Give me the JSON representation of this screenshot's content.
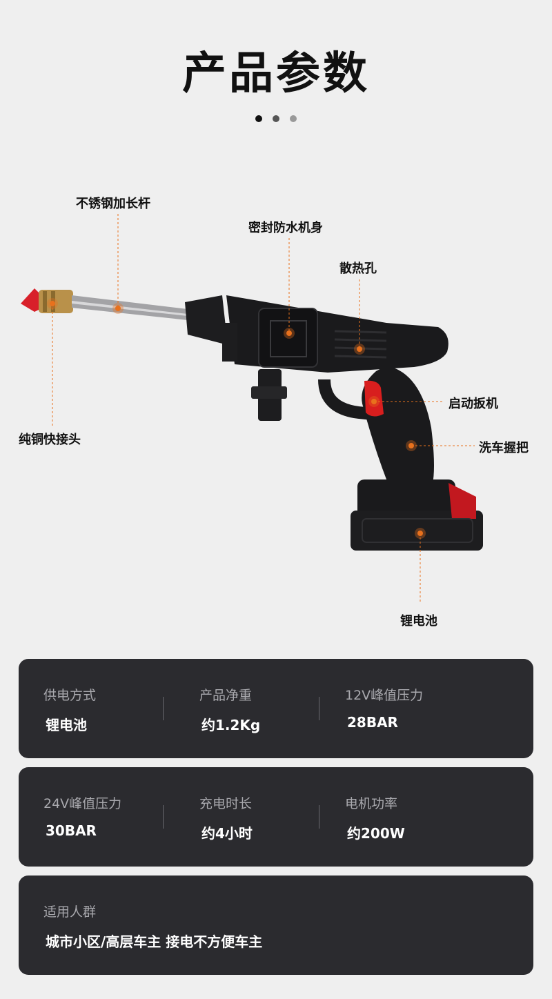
{
  "header": {
    "title": "产品参数"
  },
  "callouts": {
    "rod": "不锈钢加长杆",
    "body": "密封防水机身",
    "vents": "散热孔",
    "trigger": "启动扳机",
    "grip": "洗车握把",
    "connector": "纯铜快接头",
    "battery": "锂电池"
  },
  "specs": {
    "row1": [
      {
        "label": "供电方式",
        "value": "锂电池"
      },
      {
        "label": "产品净重",
        "value": "约1.2Kg"
      },
      {
        "label": "12V峰值压力",
        "value": "28BAR"
      }
    ],
    "row2": [
      {
        "label": "24V峰值压力",
        "value": "30BAR"
      },
      {
        "label": "充电时长",
        "value": "约4小时"
      },
      {
        "label": "电机功率",
        "value": "约200W"
      }
    ],
    "row3": [
      {
        "label": "适用人群",
        "value": "城市小区/高层车主 接电不方便车主"
      }
    ]
  },
  "colors": {
    "accent": "#e8711d",
    "card": "#2b2b2f",
    "trigger": "#d81e1e"
  }
}
